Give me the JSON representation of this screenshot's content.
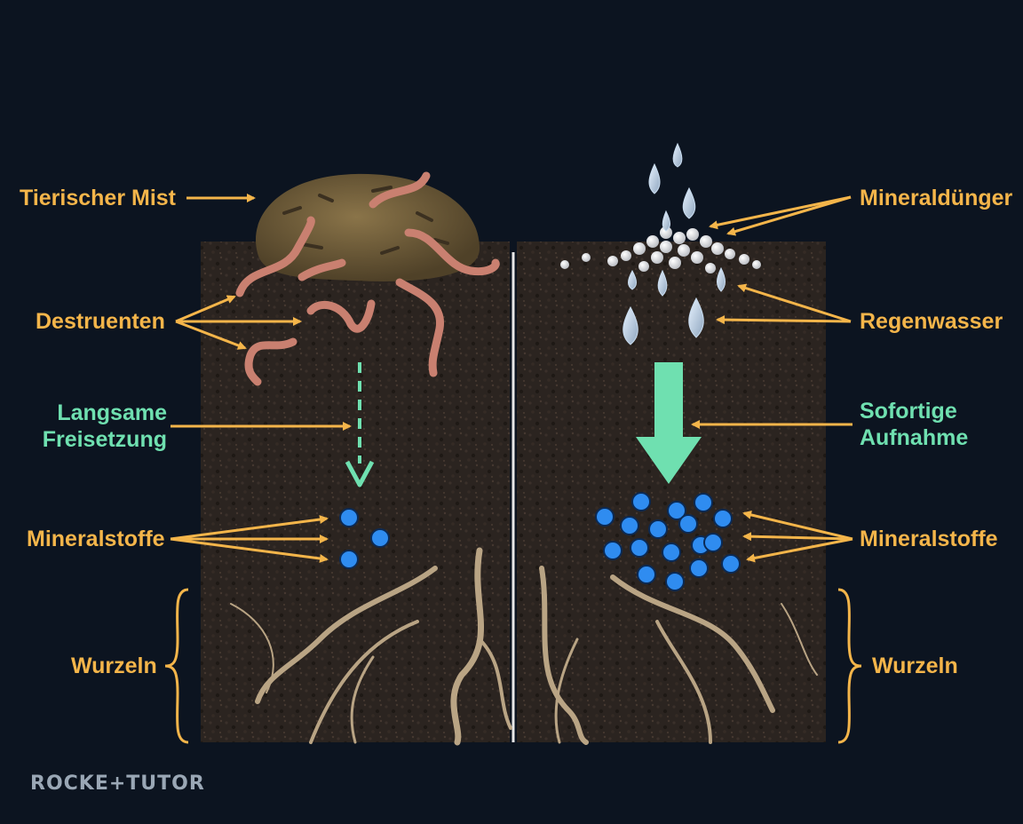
{
  "left": {
    "manure": "Tierischer Mist",
    "decomposers": "Destruenten",
    "slow_release": [
      "Langsame",
      "Freisetzung"
    ],
    "minerals": "Mineralstoffe",
    "roots": "Wurzeln"
  },
  "right": {
    "fertilizer": "Mineraldünger",
    "rainwater": "Regenwasser",
    "fast_uptake": [
      "Sofortige",
      "Aufnahme"
    ],
    "minerals": "Mineralstoffe",
    "roots": "Wurzeln"
  },
  "logo": "ROCKE+TUTOR",
  "colors": {
    "background": "#0c1420",
    "label_orange": "#f4b54a",
    "label_green": "#6fe0b0",
    "mineral_blue": "#2f8cf0",
    "soil": "#2b2420"
  }
}
